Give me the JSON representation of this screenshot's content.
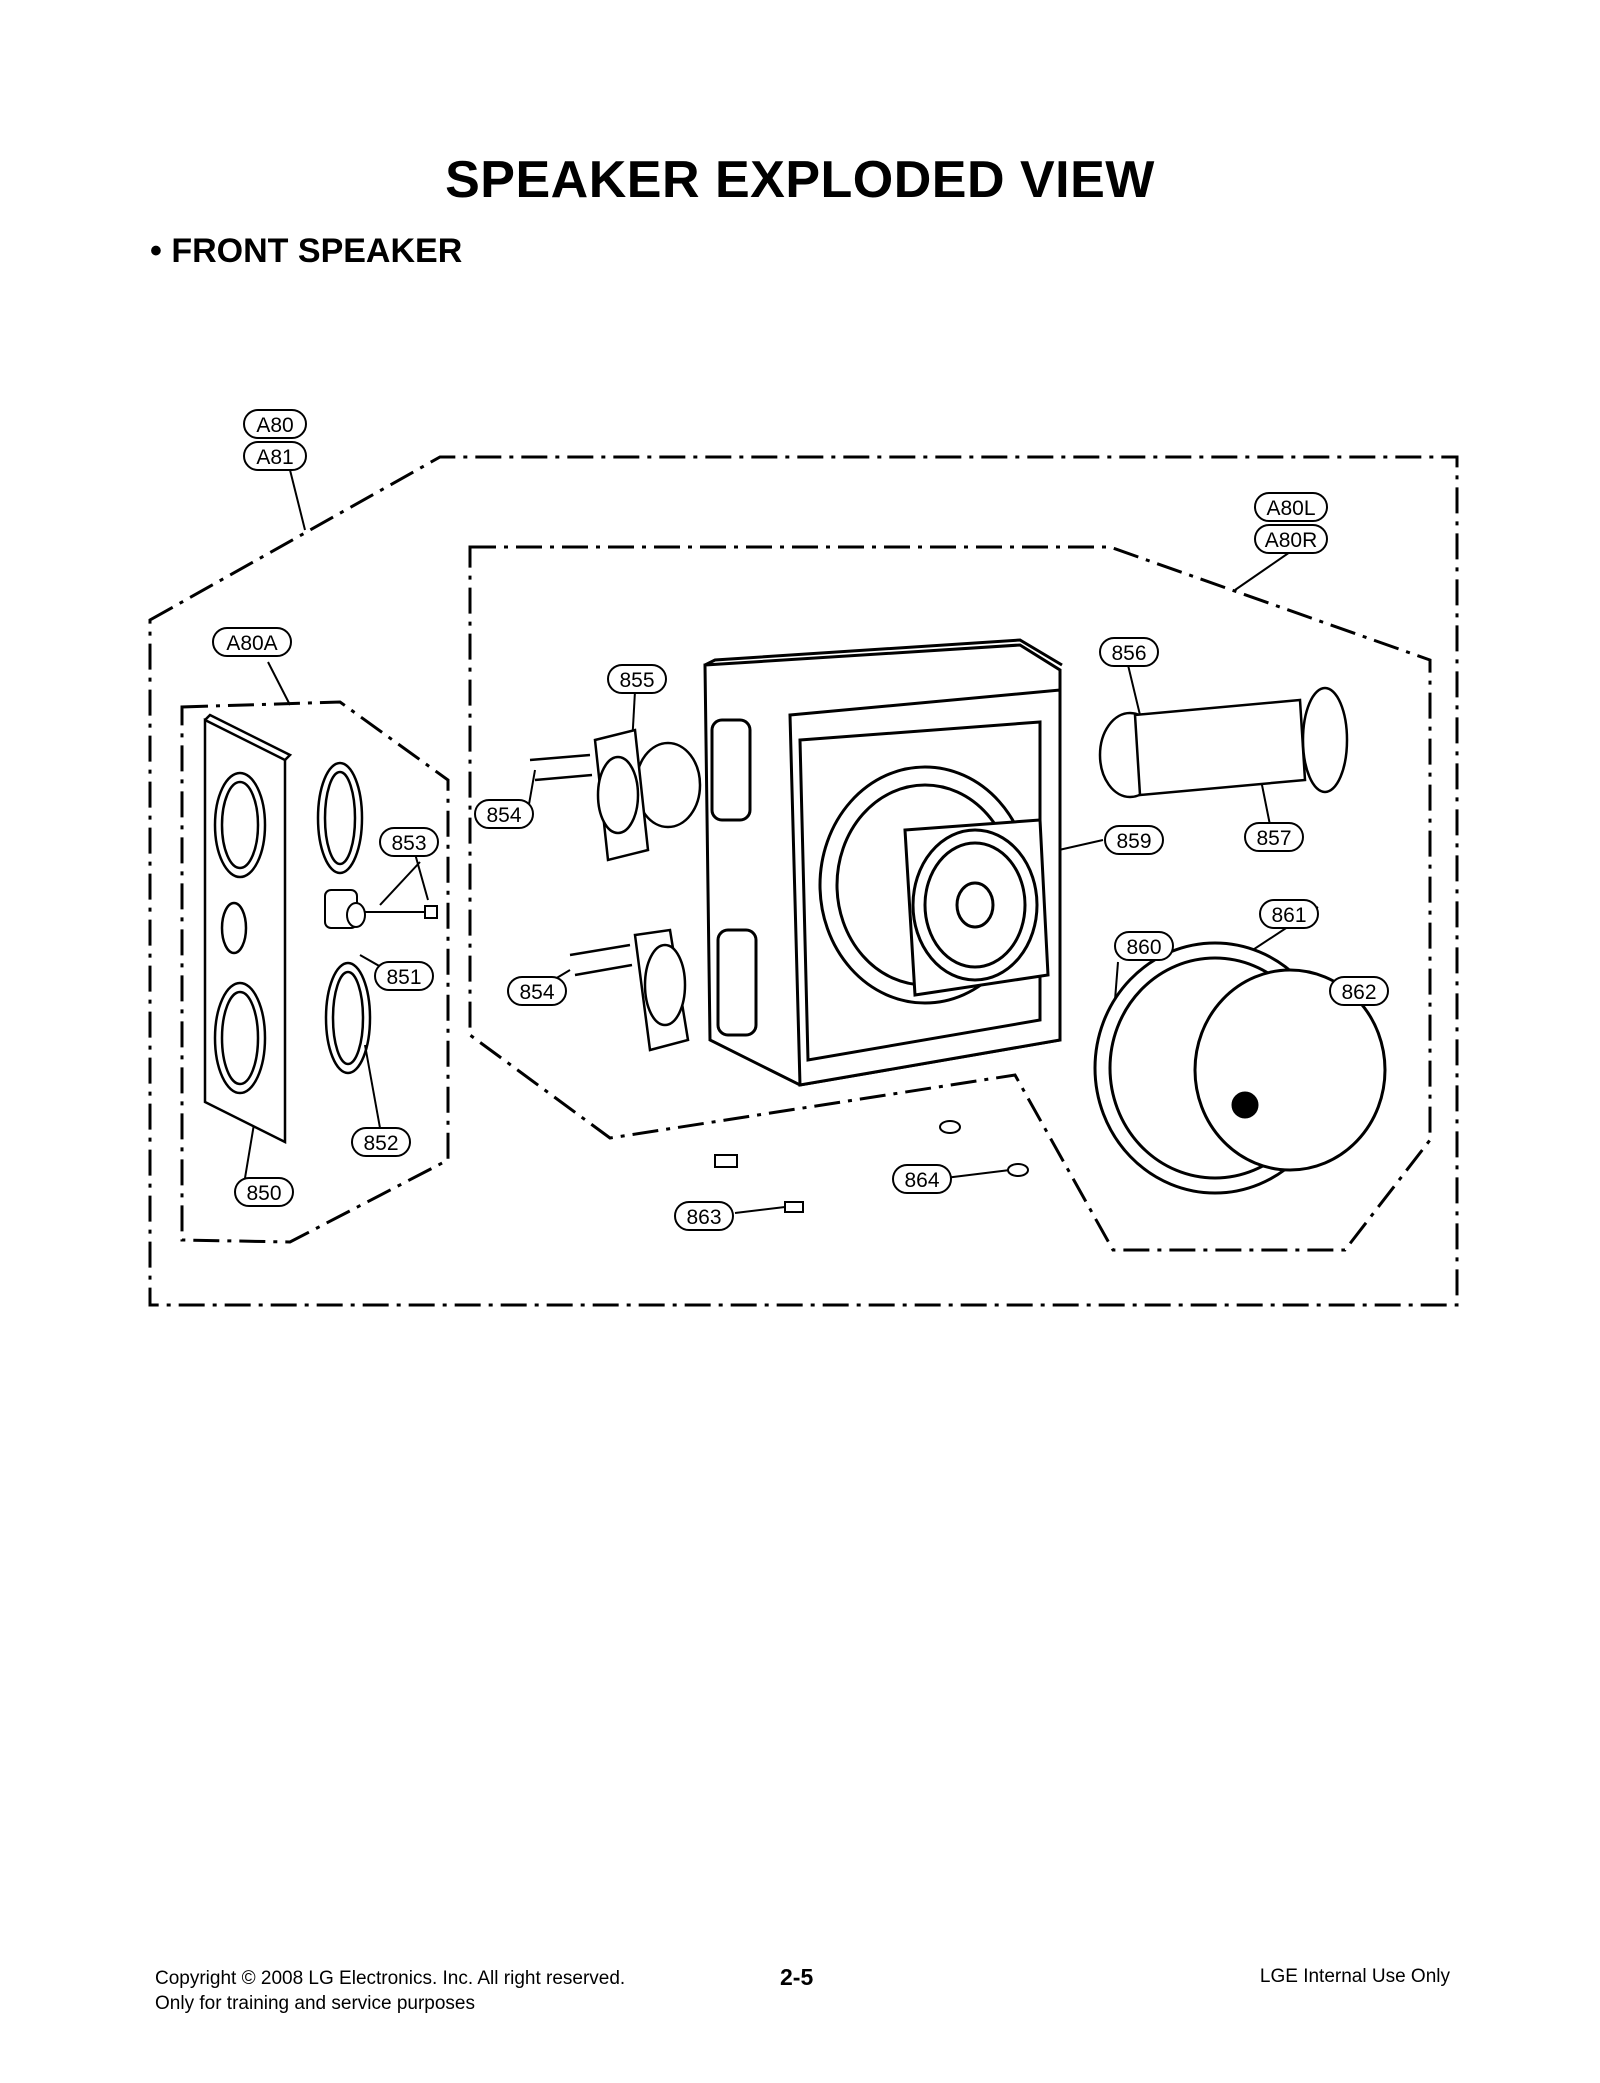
{
  "document": {
    "title": "SPEAKER EXPLODED VIEW",
    "section": "• FRONT SPEAKER"
  },
  "callouts": {
    "a80": "A80",
    "a81": "A81",
    "a80a": "A80A",
    "a80l": "A80L",
    "a80r": "A80R",
    "p850": "850",
    "p851": "851",
    "p852": "852",
    "p853": "853",
    "p854_top": "854",
    "p854_bottom": "854",
    "p855": "855",
    "p856": "856",
    "p857": "857",
    "p859": "859",
    "p860": "860",
    "p861": "861",
    "p862": "862",
    "p863": "863",
    "p864": "864"
  },
  "footer": {
    "copyright": "Copyright © 2008 LG Electronics. Inc. All right reserved.",
    "purpose": "Only for training and service purposes",
    "page": "2-5",
    "internal": "LGE Internal Use Only"
  }
}
